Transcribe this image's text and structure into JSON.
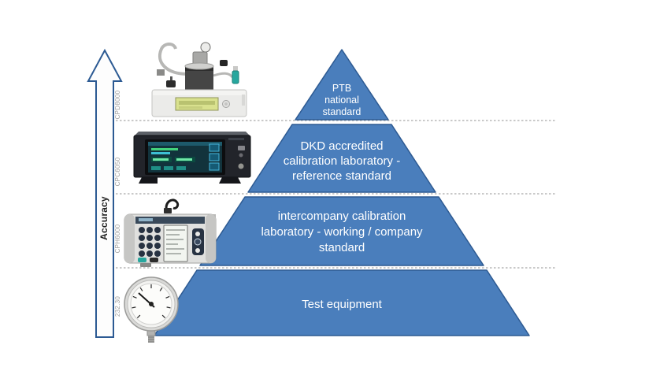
{
  "axis": {
    "label": "Accuracy"
  },
  "separators": {
    "count": 3,
    "color": "#a9a9a9"
  },
  "equipment_labels": [
    {
      "model": "CPD8000"
    },
    {
      "model": "CPC6050"
    },
    {
      "model": "CPH6000"
    },
    {
      "model": "232.30"
    }
  ],
  "pyramid": {
    "fill": "#4a7ebc",
    "border": "#2d5a92",
    "text_color": "#ffffff",
    "levels": [
      {
        "name": "national-standard",
        "lines": [
          "PTB",
          "national",
          "standard"
        ]
      },
      {
        "name": "reference-standard",
        "lines": [
          "DKD accredited",
          "calibration laboratory -",
          "reference standard"
        ]
      },
      {
        "name": "working-standard",
        "lines": [
          "intercompany calibration",
          "laboratory - working / company",
          "standard"
        ]
      },
      {
        "name": "test-equipment",
        "lines": [
          "Test equipment"
        ]
      }
    ]
  }
}
